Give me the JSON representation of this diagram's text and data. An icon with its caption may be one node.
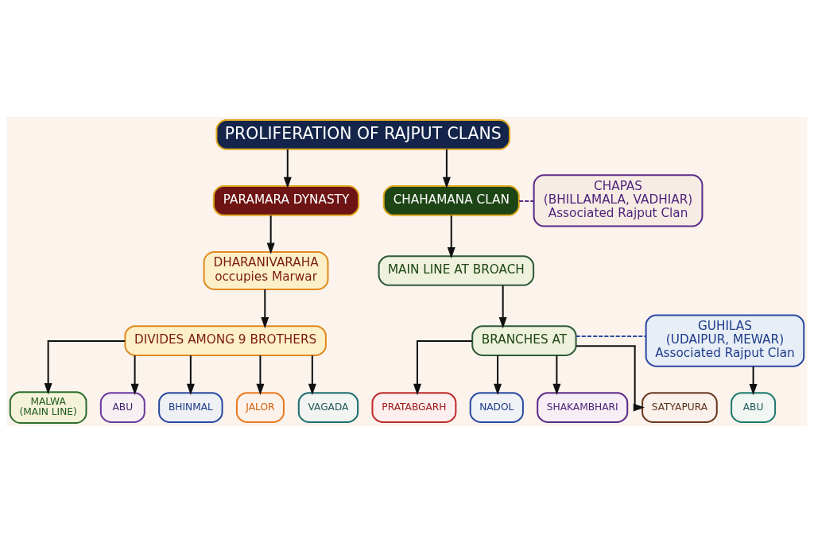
{
  "diagram": {
    "nodes": [
      {
        "text": [
          "PROLIFERATION OF RAJPUT CLANS"
        ]
      },
      {
        "text": [
          "PARAMARA DYNASTY"
        ]
      },
      {
        "text": [
          "CHAHAMANA CLAN"
        ]
      },
      {
        "text": [
          "CHAPAS",
          "(BHILLAMALA, VADHIAR)",
          "Associated Rajput Clan"
        ]
      },
      {
        "text": [
          "DHARANIVARAHA",
          "occupies Marwar"
        ]
      },
      {
        "text": [
          "MAIN LINE AT BROACH"
        ]
      },
      {
        "text": [
          "DIVIDES AMONG 9 BROTHERS"
        ]
      },
      {
        "text": [
          "BRANCHES AT"
        ]
      },
      {
        "text": [
          "GUHILAS",
          "(UDAIPUR, MEWAR)",
          "Associated Rajput Clan"
        ]
      },
      {
        "text": [
          "MALWA",
          "(MAIN LINE)"
        ]
      },
      {
        "text": [
          "ABU"
        ]
      },
      {
        "text": [
          "BHINMAL"
        ]
      },
      {
        "text": [
          "JALOR"
        ]
      },
      {
        "text": [
          "VAGADA"
        ]
      },
      {
        "text": [
          "PRATABGARH"
        ]
      },
      {
        "text": [
          "NADOL"
        ]
      },
      {
        "text": [
          "SHAKAMBHARI"
        ]
      },
      {
        "text": [
          "SATYAPURA"
        ]
      },
      {
        "text": [
          "ABU"
        ]
      }
    ],
    "edges": [
      {
        "from": 0,
        "to": 1,
        "arrow": "to"
      },
      {
        "from": 0,
        "to": 2,
        "arrow": "to"
      },
      {
        "from": 2,
        "to": 3,
        "arrow": "none",
        "style": "dashed",
        "color": "#5b2a86"
      },
      {
        "from": 1,
        "to": 4,
        "arrow": "to"
      },
      {
        "from": 2,
        "to": 5,
        "arrow": "to"
      },
      {
        "from": 4,
        "to": 6,
        "arrow": "to"
      },
      {
        "from": 5,
        "to": 7,
        "arrow": "to"
      },
      {
        "from": 7,
        "to": 8,
        "arrow": "none",
        "style": "dashed",
        "color": "#2a4aa0"
      },
      {
        "from": 6,
        "to": 9,
        "arrow": "to"
      },
      {
        "from": 6,
        "to": 10,
        "arrow": "to"
      },
      {
        "from": 6,
        "to": 11,
        "arrow": "to"
      },
      {
        "from": 6,
        "to": 12,
        "arrow": "to"
      },
      {
        "from": 6,
        "to": 13,
        "arrow": "to"
      },
      {
        "from": 7,
        "to": 14,
        "arrow": "to"
      },
      {
        "from": 7,
        "to": 15,
        "arrow": "to"
      },
      {
        "from": 7,
        "to": 16,
        "arrow": "to"
      },
      {
        "from": 7,
        "to": 17,
        "arrow": "to"
      },
      {
        "from": 8,
        "to": 18,
        "arrow": "to"
      }
    ]
  }
}
